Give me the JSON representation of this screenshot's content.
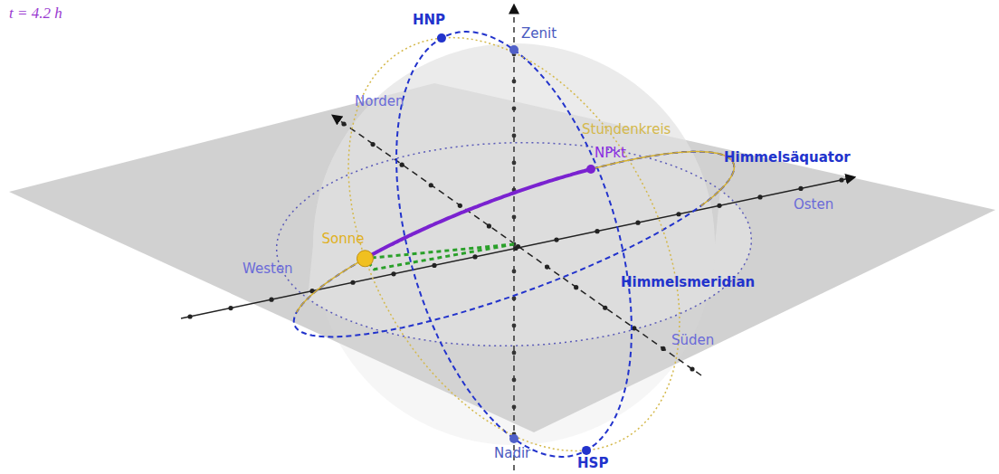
{
  "diagram": {
    "labels": [
      "t = 4.2 h",
      "HNP",
      "Zenit",
      "Norden",
      "Stundenkreis",
      "NPkt",
      "Himmelsäquator",
      "Sonne",
      "Osten",
      "Westen",
      "Himmelsmeridian",
      "Süden",
      "Nadir",
      "HSP"
    ]
  }
}
